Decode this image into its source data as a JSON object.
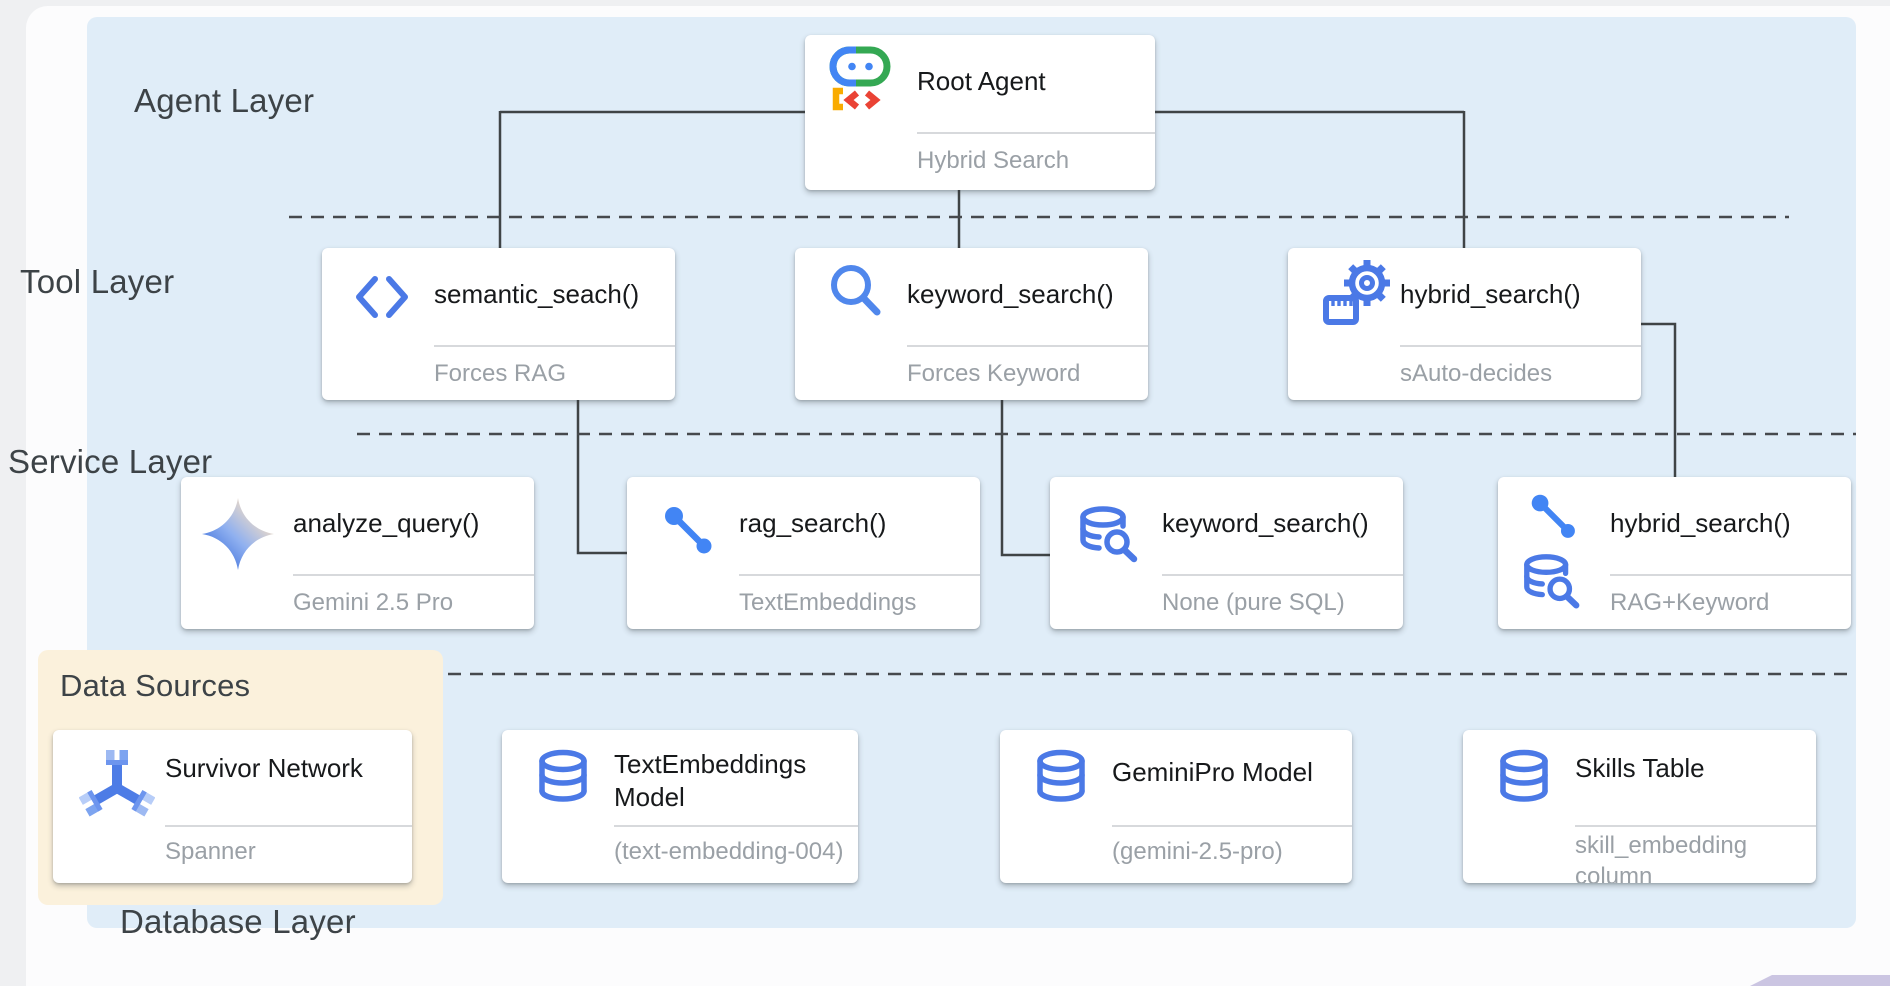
{
  "layer_labels": {
    "agent": "Agent Layer",
    "tool": "Tool Layer",
    "service": "Service Layer",
    "database": "Database Layer"
  },
  "data_sources_label": "Data Sources",
  "cards": {
    "root_agent": {
      "title": "Root Agent",
      "subtitle": "Hybrid Search",
      "icon": "adk-robot-icon"
    },
    "semantic_search_tool": {
      "title": "semantic_seach()",
      "subtitle": "Forces RAG",
      "icon": "code-icon"
    },
    "keyword_search_tool": {
      "title": "keyword_search()",
      "subtitle": "Forces Keyword",
      "icon": "magnifier-icon"
    },
    "hybrid_search_tool": {
      "title": "hybrid_search()",
      "subtitle": "sAuto-decides",
      "icon": "gear-icon"
    },
    "analyze_query_service": {
      "title": "analyze_query()",
      "subtitle": "Gemini 2.5 Pro",
      "icon": "gemini-star-icon"
    },
    "rag_search_service": {
      "title": "rag_search()",
      "subtitle": "TextEmbeddings",
      "icon": "line-endpoints-icon"
    },
    "keyword_search_service": {
      "title": "keyword_search()",
      "subtitle": "None (pure SQL)",
      "icon": "database-search-icon"
    },
    "hybrid_search_service": {
      "title": "hybrid_search()",
      "subtitle": "RAG+Keyword",
      "icon": "line-endpoints-icon + database-search-icon"
    },
    "survivor_network": {
      "title": "Survivor Network",
      "subtitle": "Spanner",
      "icon": "spanner-icon"
    },
    "textembeddings_model": {
      "title": "TextEmbeddings Model",
      "subtitle": "(text-embedding-004)",
      "icon": "database-icon"
    },
    "geminipro_model": {
      "title": "GeminiPro Model",
      "subtitle": "(gemini-2.5-pro)",
      "icon": "database-icon"
    },
    "skills_table": {
      "title": "Skills Table",
      "subtitle": "skill_embedding column",
      "icon": "database-icon"
    }
  },
  "colors": {
    "accent_blue": "#4b79e6",
    "dot_blue": "#4285f4",
    "panel_blue": "#e0edf8",
    "cream": "#fbf1dc",
    "connector_dark": "#3f4446",
    "subtitle_gray": "#9aa0a6",
    "lavender": "#cbc5e2",
    "robot_green": "#34a853",
    "robot_red": "#ea4335",
    "robot_yellow": "#f9ab00"
  }
}
